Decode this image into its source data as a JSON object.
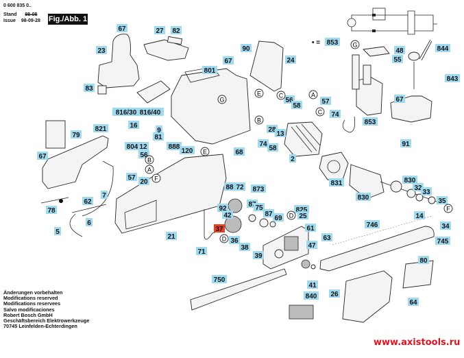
{
  "header": {
    "part_number": "0 600 835 0..",
    "stand_label": "Stand",
    "stand_old_date": "98-08",
    "issue_label": "Issue",
    "issue_date": "98-09-28",
    "figure_title": "Fig./Abb. 1"
  },
  "legend": {
    "dot_equals": "• = "
  },
  "parts": [
    "67",
    "27",
    "82",
    "23",
    "67",
    "801",
    "83",
    "816/30",
    "816/40",
    "16",
    "9",
    "81",
    "79",
    "821",
    "804",
    "12",
    "56",
    "888",
    "120",
    "67",
    "57",
    "20",
    "853",
    "90",
    "24",
    "48",
    "55",
    "844",
    "843",
    "56",
    "58",
    "57",
    "67",
    "74",
    "853",
    "28",
    "13",
    "74",
    "58",
    "68",
    "2",
    "91",
    "831",
    "830",
    "830",
    "32",
    "33",
    "35",
    "14",
    "34",
    "746",
    "745",
    "825",
    "25",
    "61",
    "63",
    "47",
    "39",
    "38",
    "80",
    "41",
    "840",
    "26",
    "64",
    "72",
    "873",
    "87",
    "75",
    "87",
    "69",
    "88",
    "92",
    "42",
    "37",
    "36",
    "21",
    "71",
    "750",
    "7",
    "62",
    "78",
    "6",
    "5"
  ],
  "highlighted_part": "37",
  "callouts": [
    "G",
    "B",
    "A",
    "E",
    "F",
    "G",
    "E",
    "C",
    "A",
    "C",
    "B",
    "F",
    "D",
    "D"
  ],
  "colors": {
    "label_bg": "#9fdaf0",
    "highlight_bg": "#e8401c",
    "url": "#e8101c"
  },
  "footer": {
    "lines": [
      "Änderungen vorbehalten",
      "Modifications reserved",
      "Modifications reservees",
      "Salvo modificaciones",
      "Robert Bosch GmbH",
      "Geschäftsbereich Elektrowerkzeuge",
      "70745 Leinfelden-Echterdingen"
    ]
  },
  "watermark_url": "www.axistools.ru"
}
